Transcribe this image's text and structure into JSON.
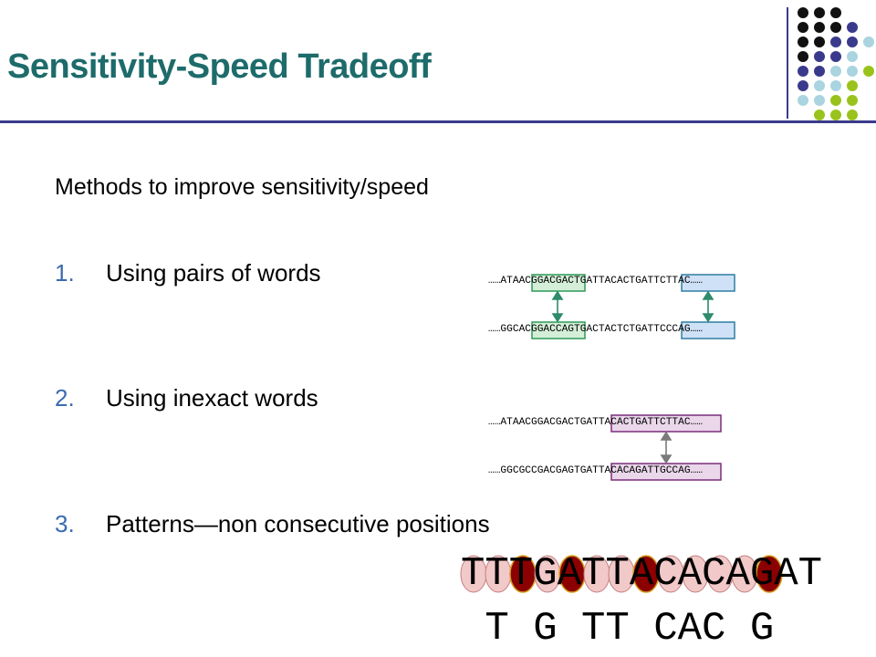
{
  "slide": {
    "title": "Sensitivity-Speed Tradeoff",
    "subtitle": "Methods to improve sensitivity/speed",
    "items": [
      {
        "number": "1.",
        "text": "Using pairs of words"
      },
      {
        "number": "2.",
        "text": "Using inexact words"
      },
      {
        "number": "3.",
        "text": "Patterns—non consecutive positions"
      }
    ]
  },
  "pairs_example": {
    "seq_top": "……ATAACGGACGACTGATTACACTGATTCTTAC……",
    "seq_bottom": "……GGCACGGACCAGTGACTACTCTGATTCCCAG……"
  },
  "inexact_example": {
    "seq_top": "……ATAACGGACGACTGATTACACTGATTCTTAC……",
    "seq_bottom": "……GGCGCCGACGAGTGATTACACAGATTGCCAG……"
  },
  "pattern_example": {
    "sequence": "TTTGATTACACAGAT",
    "pattern": " T G TT CAC G"
  },
  "colors": {
    "title": "#1e6b6b",
    "rule": "#3a3a8c",
    "number": "#3a6bb0",
    "green_box": "#2e9a5a",
    "blue_box": "#2f7f9f",
    "purple_box": "#7b2d7b",
    "dark_red": "#8b0000",
    "pink": "#f2c9c9"
  }
}
